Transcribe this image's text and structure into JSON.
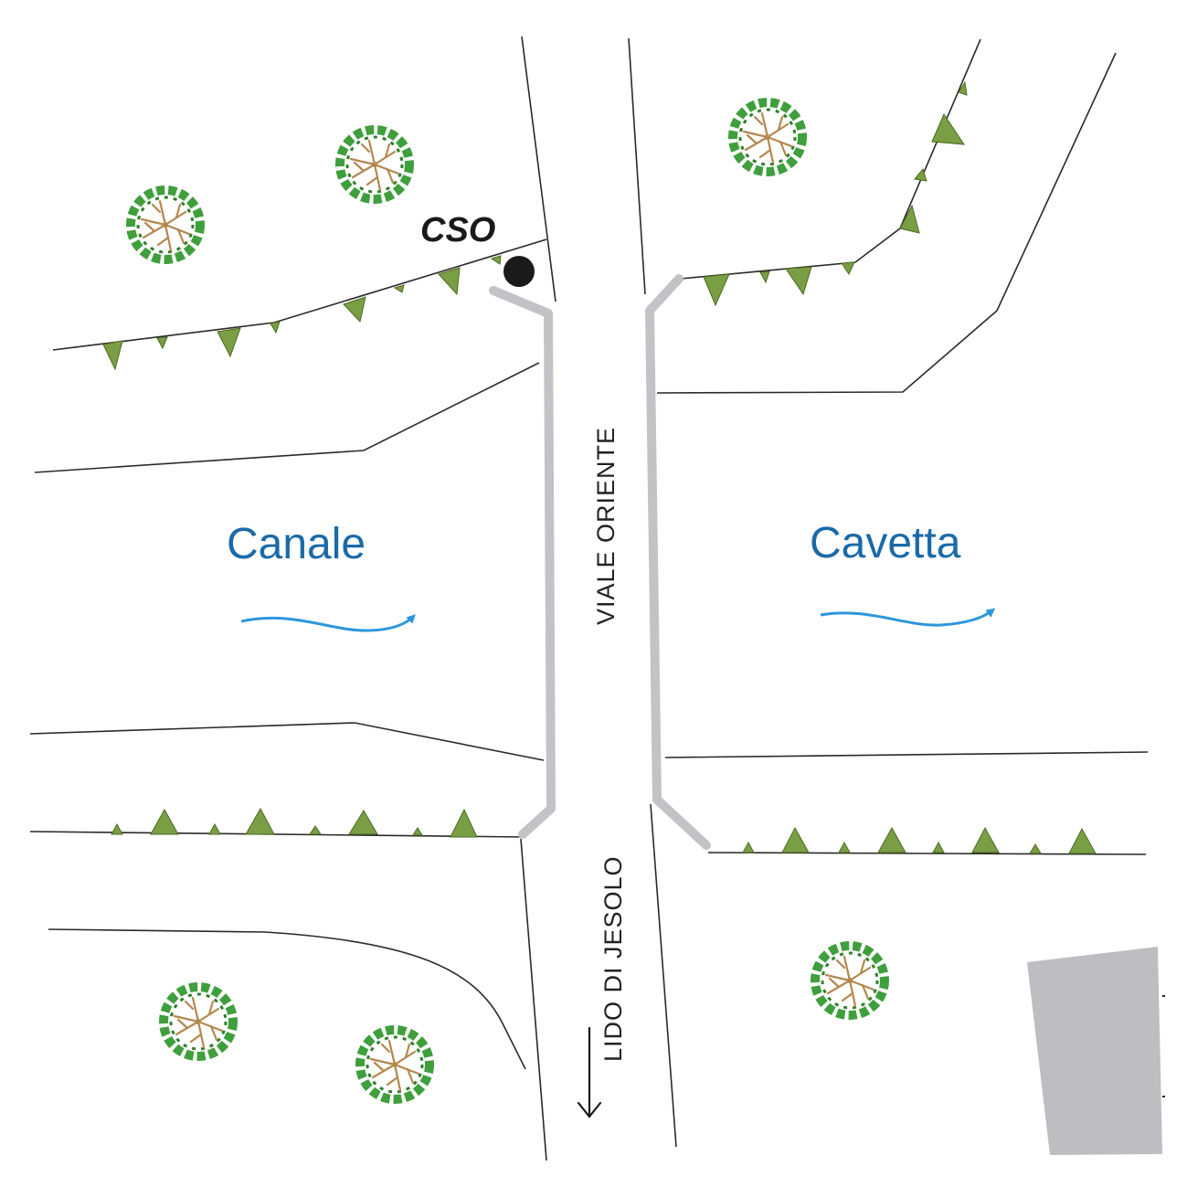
{
  "colors": {
    "water_label": "#1b6aa8",
    "flow_arrow": "#2d97dd",
    "wall": "#c2c3c7",
    "building": "#bdbec2",
    "vegetation": "#7a9e44",
    "tree_canopy": "#3f9f3c",
    "tree_branches": "#b5874e",
    "line": "#2a2a2a"
  },
  "labels": {
    "canal_left": "Canale",
    "canal_right": "Cavetta",
    "road_north": "VIALE ORIENTE",
    "road_south": "LIDO DI JESOLO",
    "outfall": "CSO"
  },
  "symbols": {
    "tree": "tree-icon",
    "flow": "flow-arrow-icon",
    "direction": "down-arrow-icon",
    "outfall": "cso-point-icon"
  }
}
